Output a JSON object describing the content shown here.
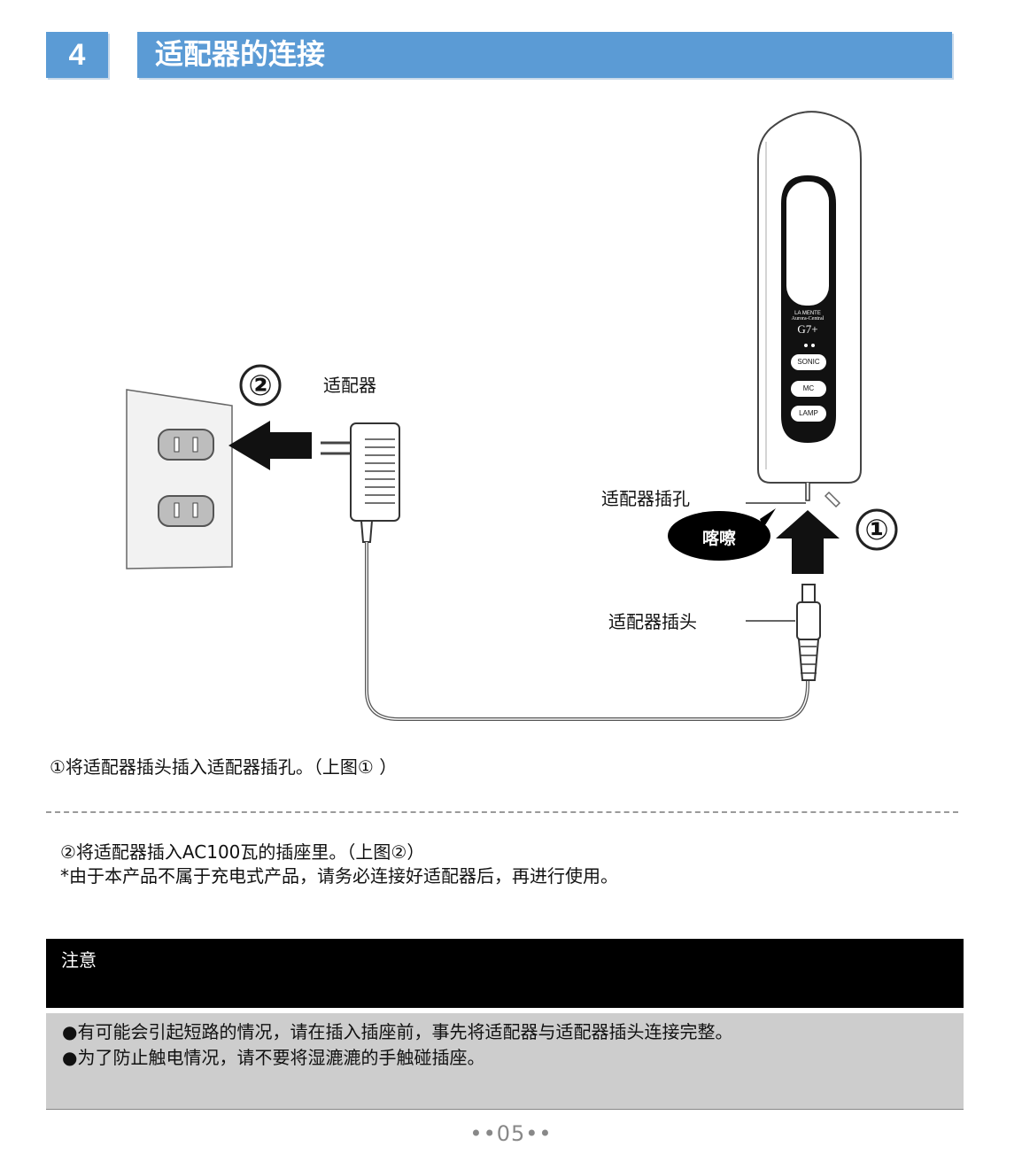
{
  "section": {
    "number": "4",
    "title": "适配器的连接"
  },
  "diagram": {
    "step2_marker": "②",
    "adapter_label": "适配器",
    "jack_label": "适配器插孔",
    "click_sound": "喀嚓",
    "step1_marker": "①",
    "plug_label": "适配器插头",
    "device": {
      "brand": "LA MENTE",
      "series": "Aurora-Central",
      "model": "G7+",
      "buttons": [
        "SONIC",
        "MC",
        "LAMP"
      ]
    }
  },
  "instructions": {
    "step1": "①将适配器插头插入适配器插孔。（上图① ）",
    "step2": "②将适配器插入AC100瓦的插座里。（上图②）",
    "note": "*由于本产品不属于充电式产品，请务必连接好适配器后，再进行使用。"
  },
  "notice": {
    "title": "注意",
    "items": [
      "●有可能会引起短路的情况，请在插入插座前，事先将适配器与适配器插头连接完整。",
      "●为了防止触电情况，请不要将湿漉漉的手触碰插座。"
    ]
  },
  "page_number": "••05••"
}
